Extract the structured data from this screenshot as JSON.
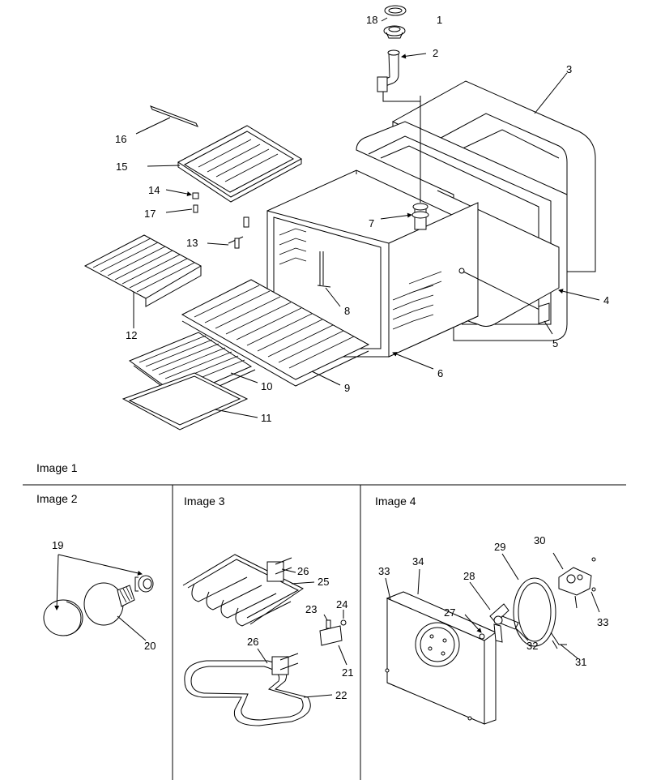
{
  "captions": {
    "image1": "Image 1",
    "image2": "Image 2",
    "image3": "Image 3",
    "image4": "Image 4"
  },
  "callouts": {
    "c1": "1",
    "c2": "2",
    "c3": "3",
    "c4": "4",
    "c5": "5",
    "c6": "6",
    "c7": "7",
    "c8": "8",
    "c9": "9",
    "c10": "10",
    "c11": "11",
    "c12": "12",
    "c13": "13",
    "c14": "14",
    "c15": "15",
    "c16": "16",
    "c17": "17",
    "c18": "18",
    "c19": "19",
    "c20": "20",
    "c21": "21",
    "c22": "22",
    "c23": "23",
    "c24": "24",
    "c25": "25",
    "c26a": "26",
    "c26b": "26",
    "c27": "27",
    "c28": "28",
    "c29": "29",
    "c30": "30",
    "c31": "31",
    "c32": "32",
    "c33a": "33",
    "c33b": "33",
    "c34": "34"
  }
}
